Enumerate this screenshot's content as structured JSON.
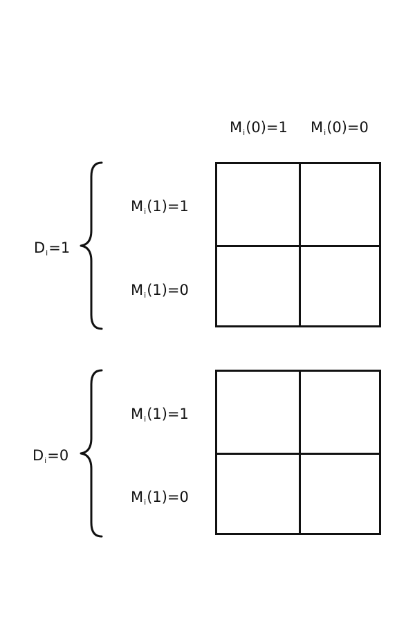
{
  "columns": [
    {
      "var": "M",
      "sub": "i",
      "rest": "(0)=1"
    },
    {
      "var": "M",
      "sub": "i",
      "rest": "(0)=0"
    }
  ],
  "groups": [
    {
      "label": {
        "var": "D",
        "sub": "i",
        "rest": "=1"
      },
      "rows": [
        {
          "var": "M",
          "sub": "i",
          "rest": "(1)=1"
        },
        {
          "var": "M",
          "sub": "i",
          "rest": "(1)=0"
        }
      ]
    },
    {
      "label": {
        "var": "D",
        "sub": "i",
        "rest": "=0"
      },
      "rows": [
        {
          "var": "M",
          "sub": "i",
          "rest": "(1)=1"
        },
        {
          "var": "M",
          "sub": "i",
          "rest": "(1)=0"
        }
      ]
    }
  ]
}
